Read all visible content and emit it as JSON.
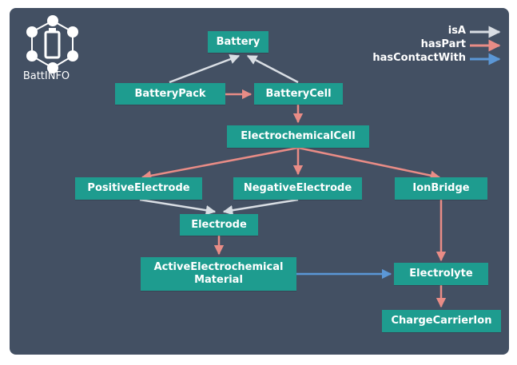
{
  "logo": {
    "text": "BattINFO"
  },
  "legend": {
    "isA": {
      "label": "isA",
      "color": "#d9dee4"
    },
    "hasPart": {
      "label": "hasPart",
      "color": "#e98c86"
    },
    "hasContactWith": {
      "label": "hasContactWith",
      "color": "#5b97d6"
    }
  },
  "nodes": {
    "battery": "Battery",
    "battery_pack": "BatteryPack",
    "battery_cell": "BatteryCell",
    "electrochemical_cell": "ElectrochemicalCell",
    "positive_electrode": "PositiveElectrode",
    "negative_electrode": "NegativeElectrode",
    "ion_bridge": "IonBridge",
    "electrode": "Electrode",
    "active_material_line1": "ActiveElectrochemical",
    "active_material_line2": "Material",
    "electrolyte": "Electrolyte",
    "charge_carrier_ion": "ChargeCarrierIon"
  },
  "edges": [
    {
      "from": "battery_pack",
      "to": "battery",
      "relation": "isA"
    },
    {
      "from": "battery_cell",
      "to": "battery",
      "relation": "isA"
    },
    {
      "from": "battery_pack",
      "to": "battery_cell",
      "relation": "hasPart"
    },
    {
      "from": "battery_cell",
      "to": "electrochemical_cell",
      "relation": "hasPart"
    },
    {
      "from": "electrochemical_cell",
      "to": "positive_electrode",
      "relation": "hasPart"
    },
    {
      "from": "electrochemical_cell",
      "to": "negative_electrode",
      "relation": "hasPart"
    },
    {
      "from": "electrochemical_cell",
      "to": "ion_bridge",
      "relation": "hasPart"
    },
    {
      "from": "positive_electrode",
      "to": "electrode",
      "relation": "isA"
    },
    {
      "from": "negative_electrode",
      "to": "electrode",
      "relation": "isA"
    },
    {
      "from": "electrode",
      "to": "active_material",
      "relation": "hasPart"
    },
    {
      "from": "ion_bridge",
      "to": "electrolyte",
      "relation": "hasPart"
    },
    {
      "from": "active_material",
      "to": "electrolyte",
      "relation": "hasContactWith"
    },
    {
      "from": "electrolyte",
      "to": "charge_carrier_ion",
      "relation": "hasPart"
    }
  ]
}
